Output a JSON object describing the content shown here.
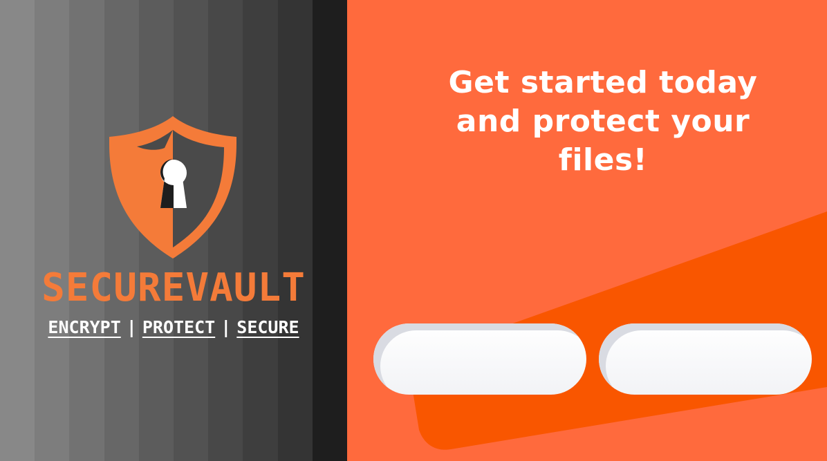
{
  "brand": {
    "name": "SECUREVAULT",
    "tagline": {
      "words": [
        "ENCRYPT",
        "PROTECT",
        "SECURE"
      ],
      "separator": "|"
    },
    "logo_icon": "shield-keyhole-icon"
  },
  "colors": {
    "brand_orange": "#f47b39",
    "panel_orange": "#ff6a3d",
    "accent_band": "#f95600",
    "text_white": "#ffffff",
    "button_fill": "#f2f3f6",
    "dark_panel": "#1e1e1e"
  },
  "hero": {
    "headline_line1": "Get started today",
    "headline_line2": "and protect your",
    "headline_line3": "files!"
  },
  "buttons": {
    "left_label": "",
    "right_label": ""
  }
}
